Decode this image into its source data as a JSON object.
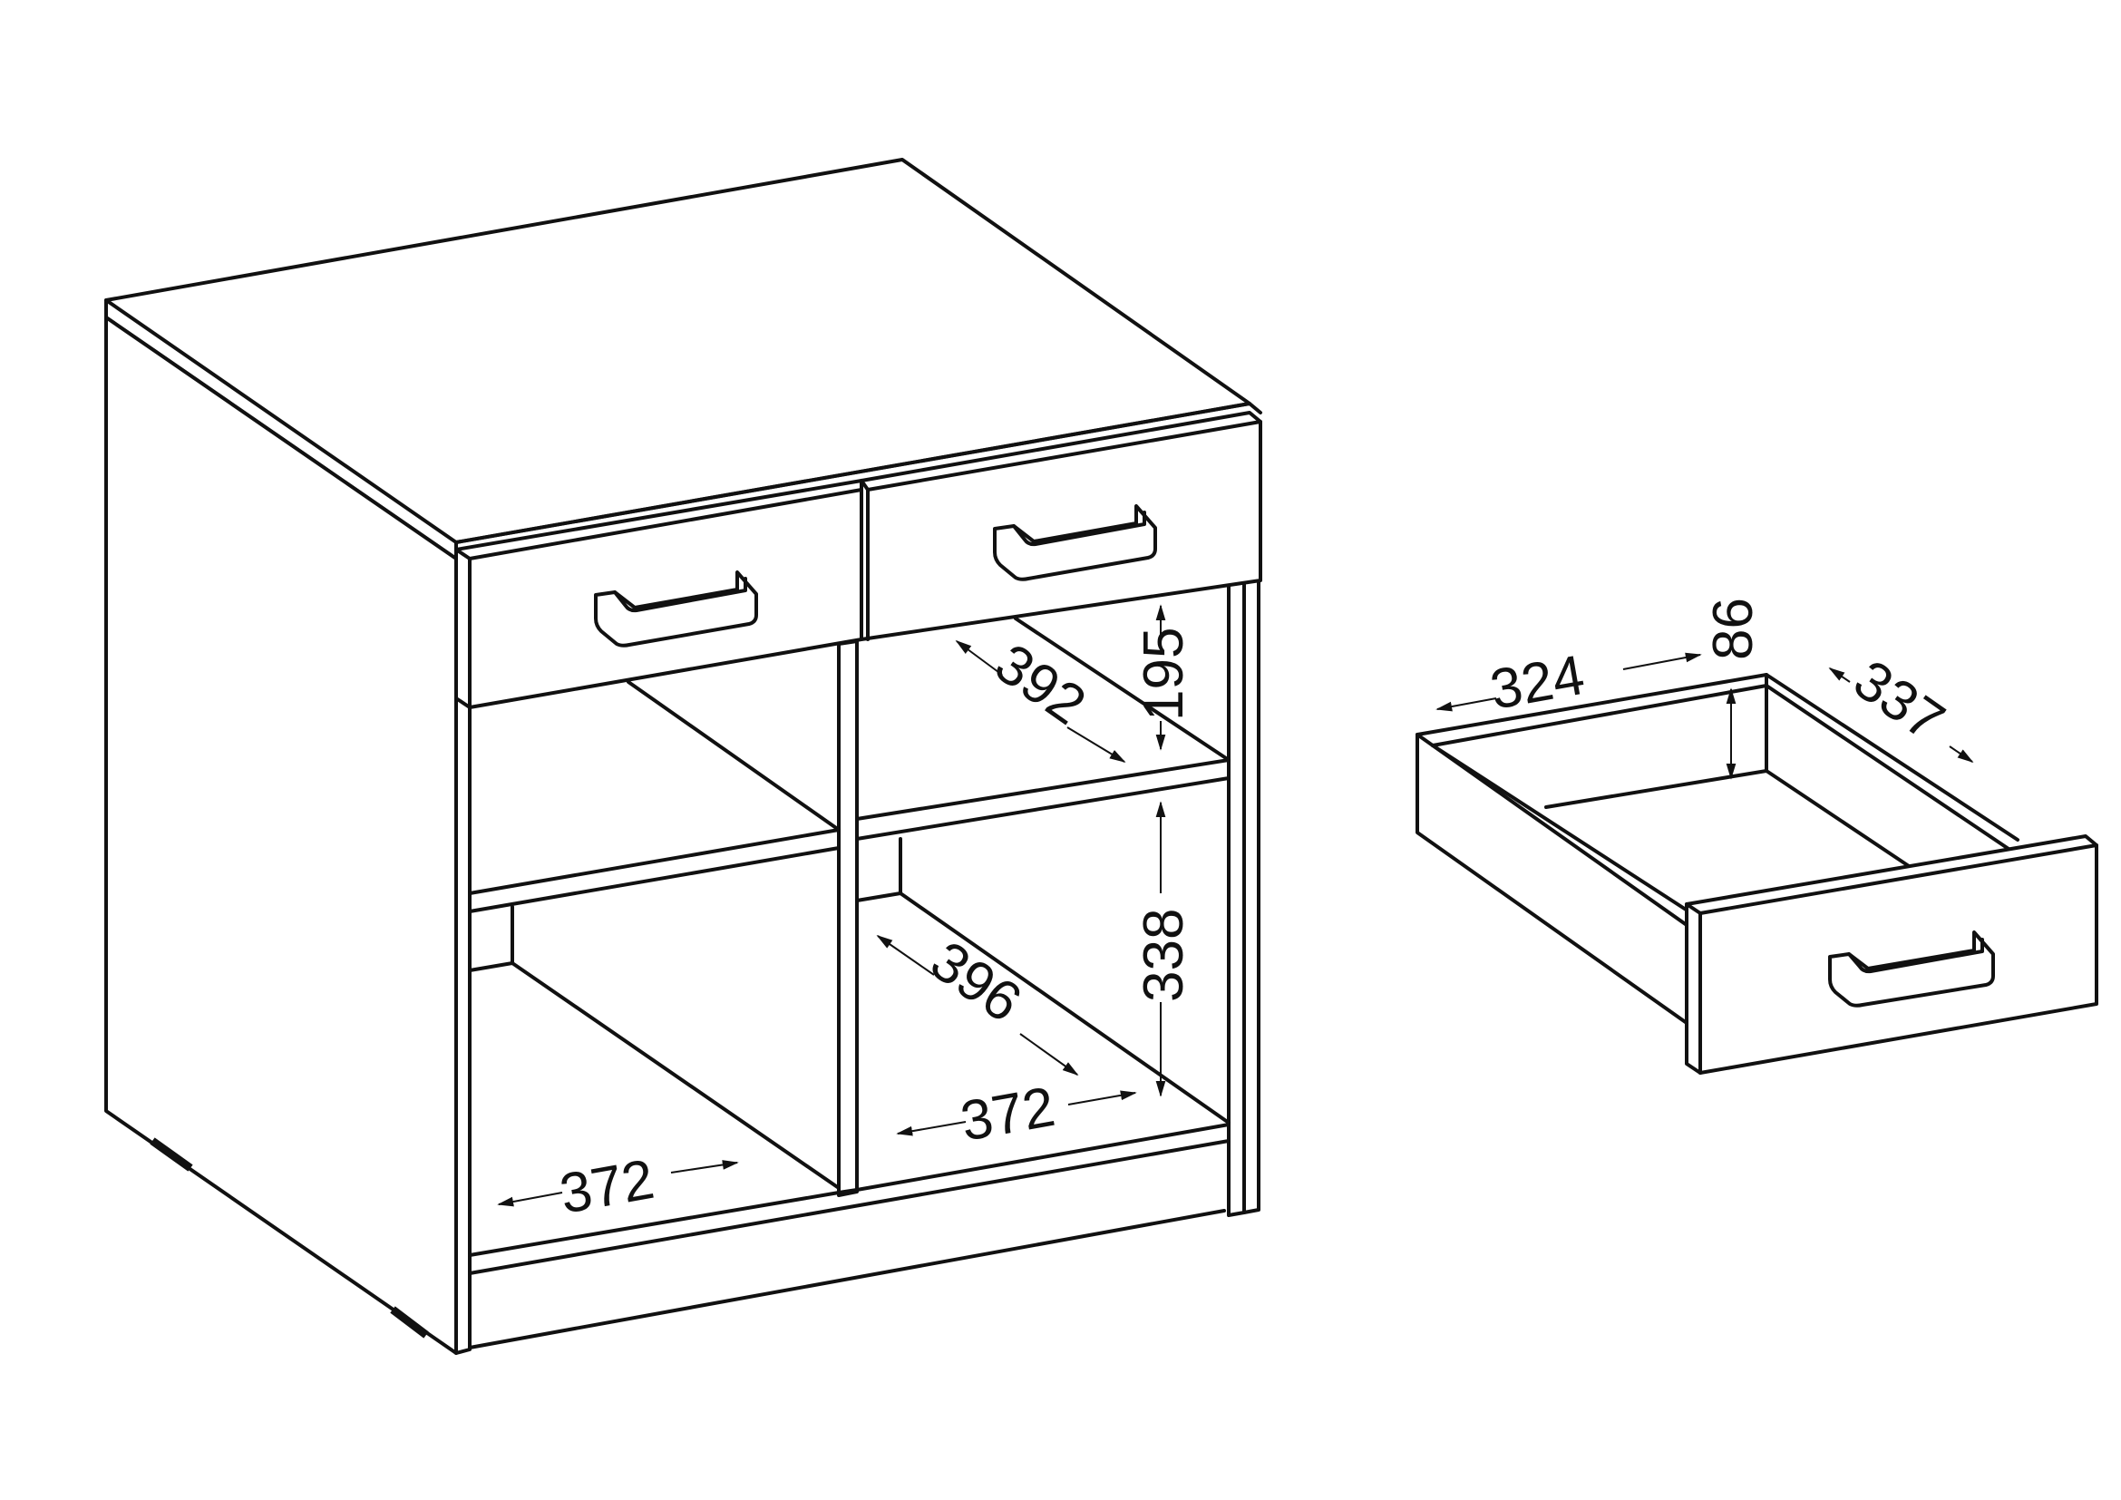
{
  "diagram": {
    "type": "furniture-dimension-drawing",
    "subject": "Cabinet with 2 drawers, shelves, and detached drawer detail",
    "colors": {
      "line": "#111111",
      "background": "#ffffff"
    },
    "cabinet": {
      "drawers": 2,
      "dimensions": {
        "upper_shelf_depth": "392",
        "upper_compartment_height": "195",
        "lower_shelf_depth": "396",
        "lower_compartment_height": "338",
        "left_bottom_width": "372",
        "right_bottom_width": "372"
      }
    },
    "drawer_detail": {
      "dimensions": {
        "inner_width": "324",
        "inner_height": "86",
        "inner_depth": "337"
      }
    }
  }
}
